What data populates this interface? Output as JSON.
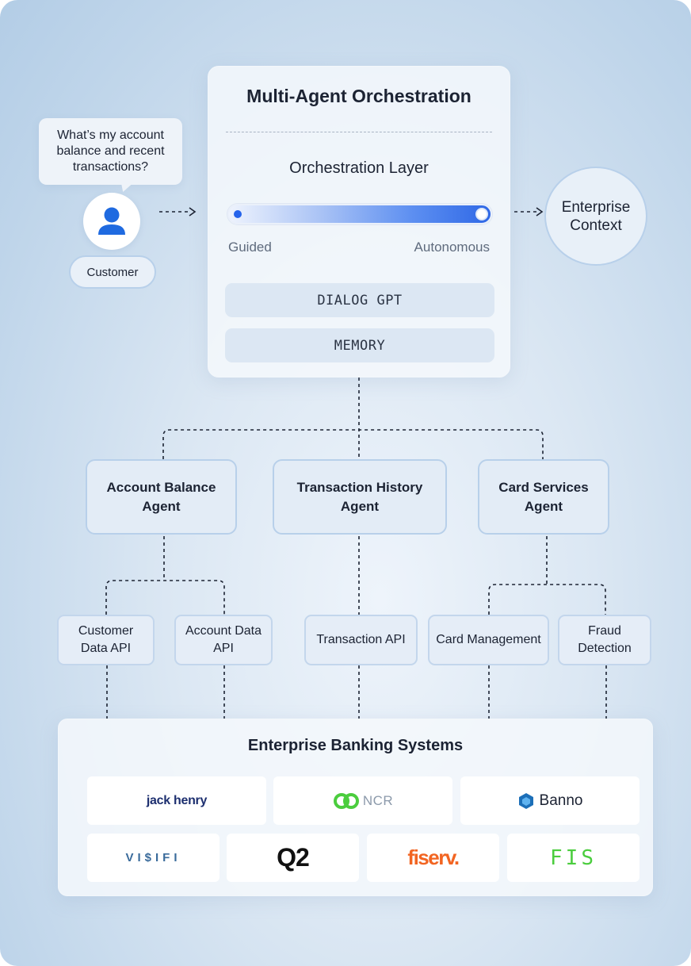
{
  "orchestration": {
    "title": "Multi-Agent Orchestration",
    "layer_title": "Orchestration Layer",
    "slider_left_label": "Guided",
    "slider_right_label": "Autonomous",
    "slider_level": 1.0,
    "modules": [
      "DIALOG GPT",
      "MEMORY"
    ]
  },
  "customer": {
    "question": "What’s my account balance and recent transactions?",
    "label": "Customer",
    "avatar_icon": "user-icon"
  },
  "enterprise_context": {
    "label": "Enterprise Context"
  },
  "agents": [
    {
      "label": "Account Balance Agent"
    },
    {
      "label": "Transaction History Agent"
    },
    {
      "label": "Card Services Agent"
    }
  ],
  "apis": [
    {
      "label": "Customer Data API"
    },
    {
      "label": "Account Data API"
    },
    {
      "label": "Transaction API"
    },
    {
      "label": "Card Management"
    },
    {
      "label": "Fraud Detection"
    }
  ],
  "banking": {
    "title": "Enterprise Banking Systems",
    "logos": [
      {
        "name": "jack henry",
        "text": "jack henry",
        "color": "#1d2f6f"
      },
      {
        "name": "NCR",
        "text": "NCR",
        "color": "#4bcd3e"
      },
      {
        "name": "Banno",
        "text": "Banno",
        "color": "#1c6fb8"
      },
      {
        "name": "VISIFI",
        "text": "VI$IFI",
        "color": "#3a6b9b"
      },
      {
        "name": "Q2",
        "text": "Q2",
        "color": "#111111"
      },
      {
        "name": "fiserv",
        "text": "fiserv.",
        "color": "#f26522"
      },
      {
        "name": "FIS",
        "text": "FIS",
        "color": "#4bcd3e"
      }
    ]
  },
  "colors": {
    "accent": "#2563eb",
    "border": "#b8d0ea",
    "text": "#1c2333",
    "muted": "#5f6b7d"
  }
}
